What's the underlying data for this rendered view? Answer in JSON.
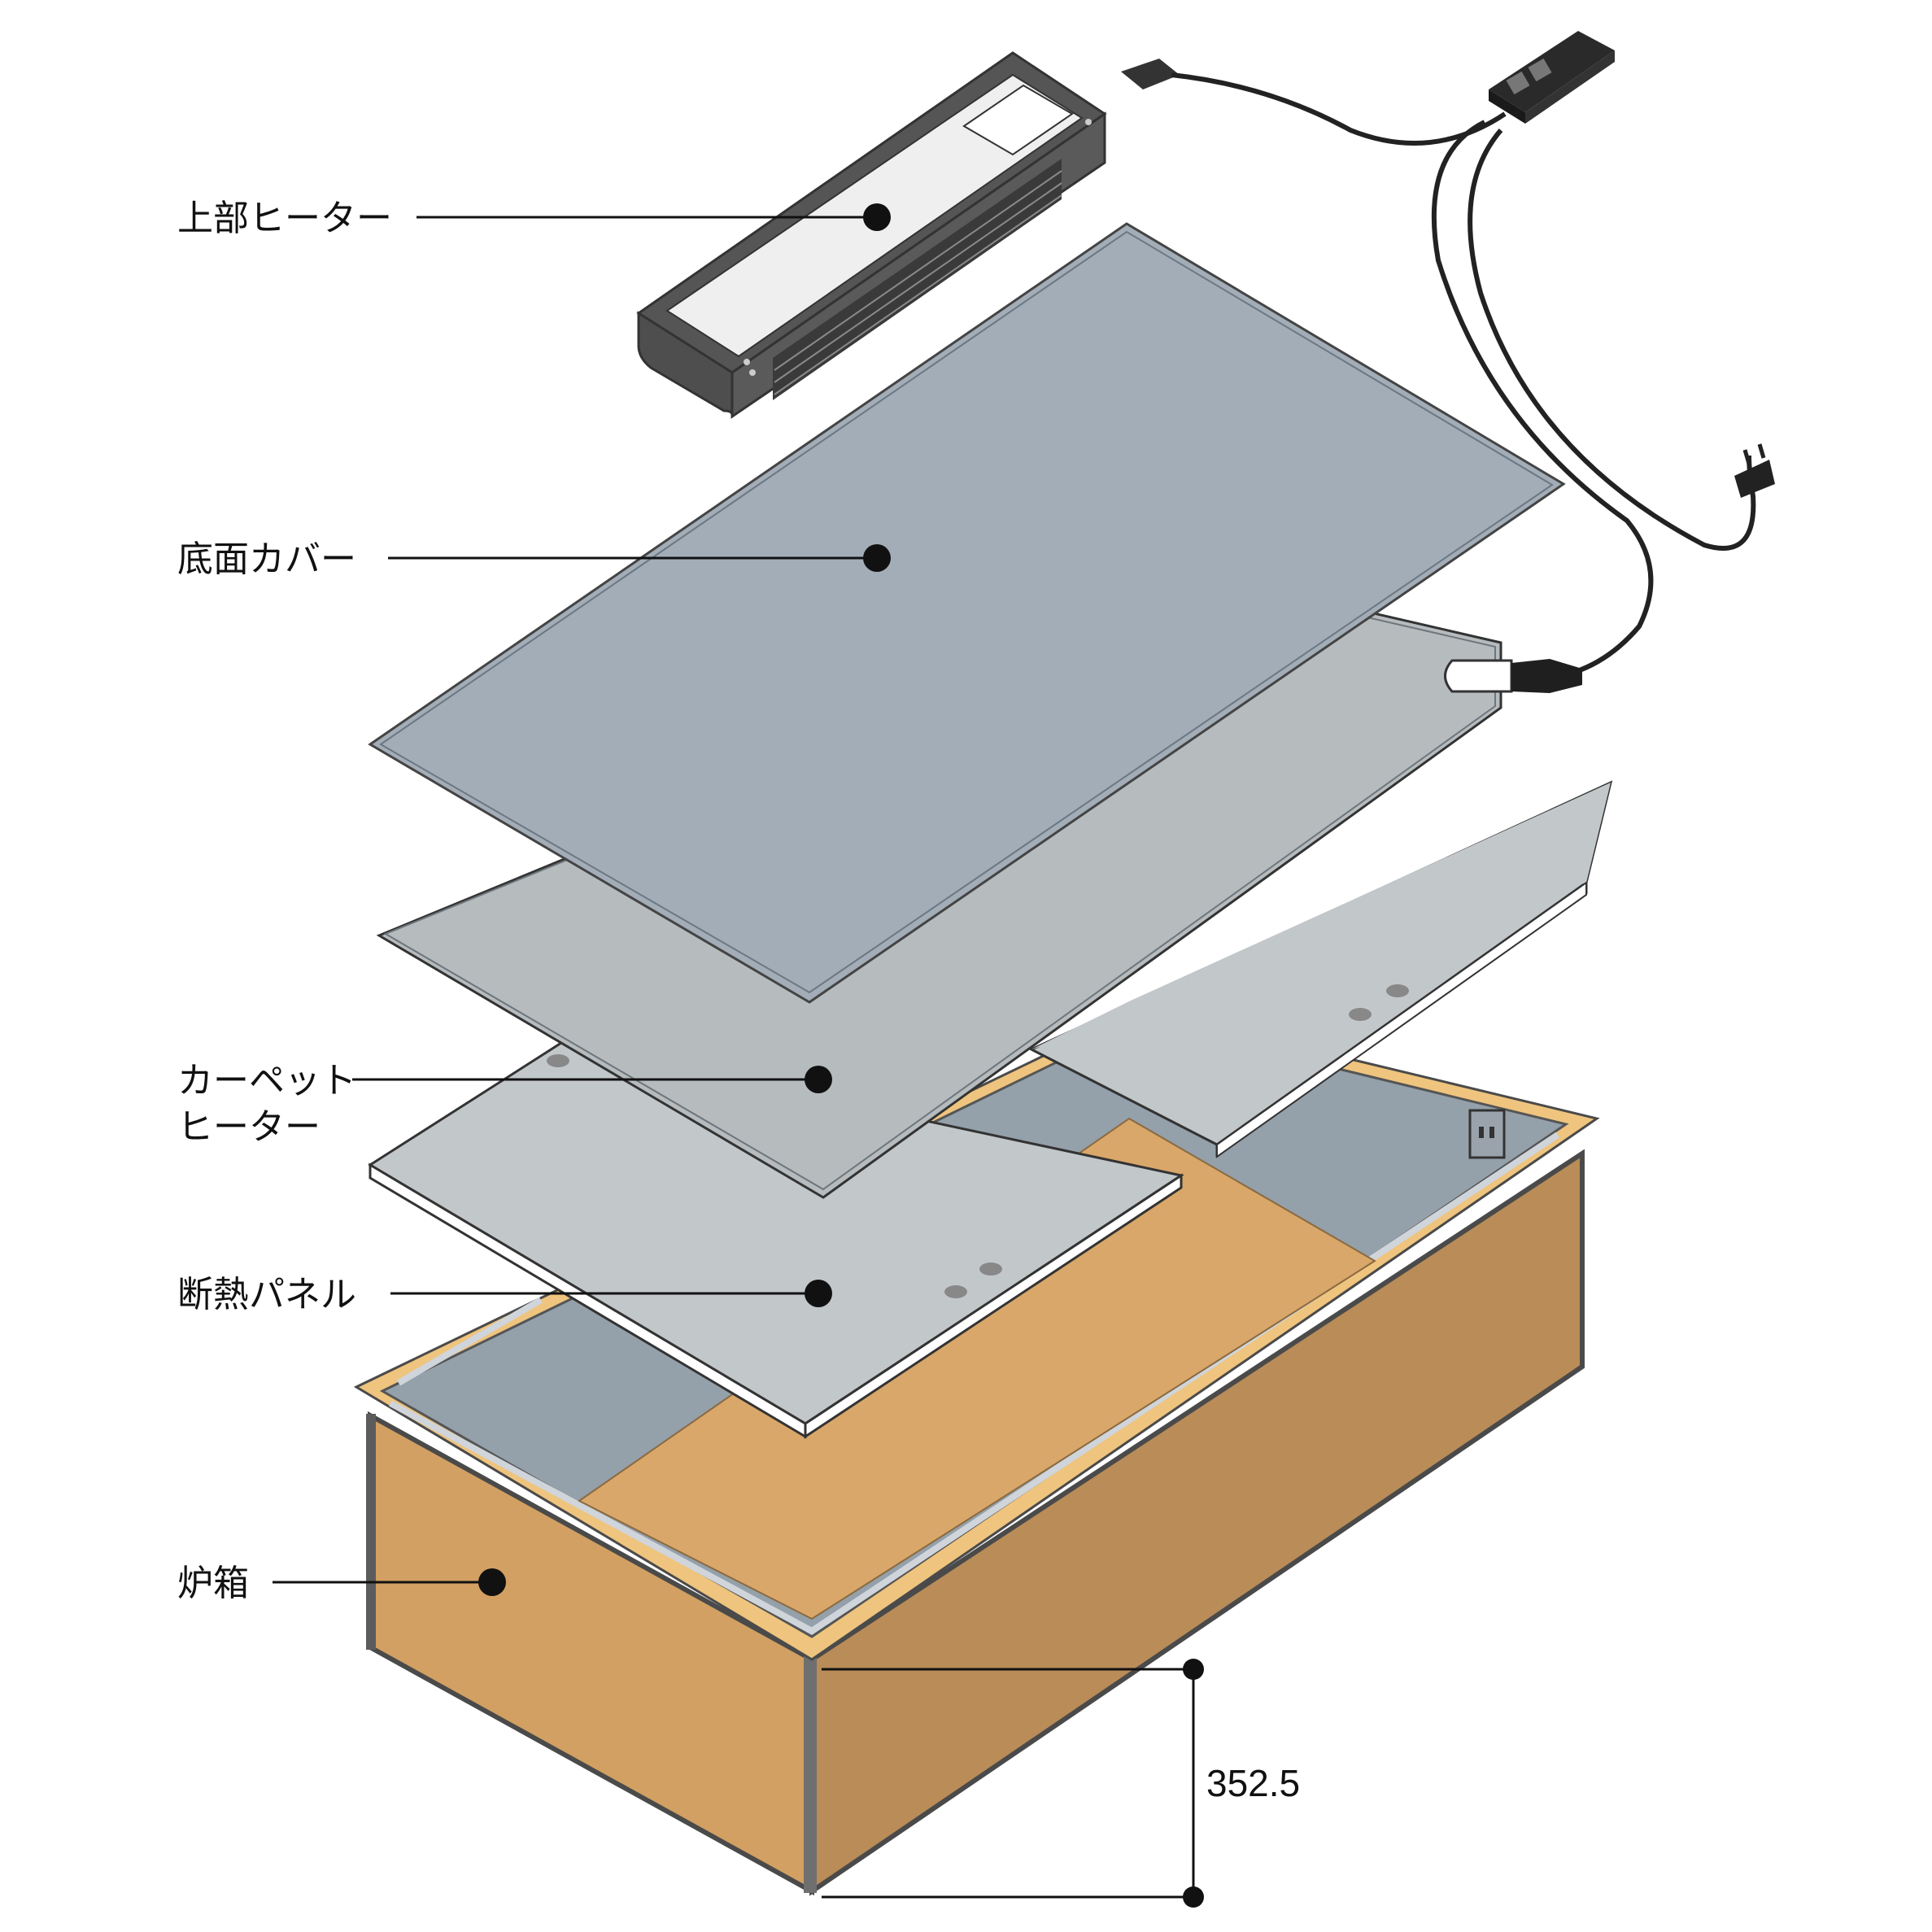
{
  "labels": {
    "top_heater": "上部ヒーター",
    "bottom_cover": "底面カバー",
    "carpet_heater_line1": "カーペット",
    "carpet_heater_line2": "ヒーター",
    "insulation_panel": "断熱パネル",
    "furnace_box": "炉箱"
  },
  "dimension": {
    "height_value": "352.5"
  },
  "colors": {
    "outline": "#4a4a4a",
    "wood_front": "#d2a062",
    "wood_side": "#b98c58",
    "wood_floor": "#d9a76a",
    "wood_rim": "#efc47e",
    "steel_inner": "#94a0aa",
    "cover": "#a3adb7",
    "carpet": "#b6bbbe",
    "panel": "#c2c7ca",
    "heater_body": "#555555",
    "cable": "#222222"
  }
}
